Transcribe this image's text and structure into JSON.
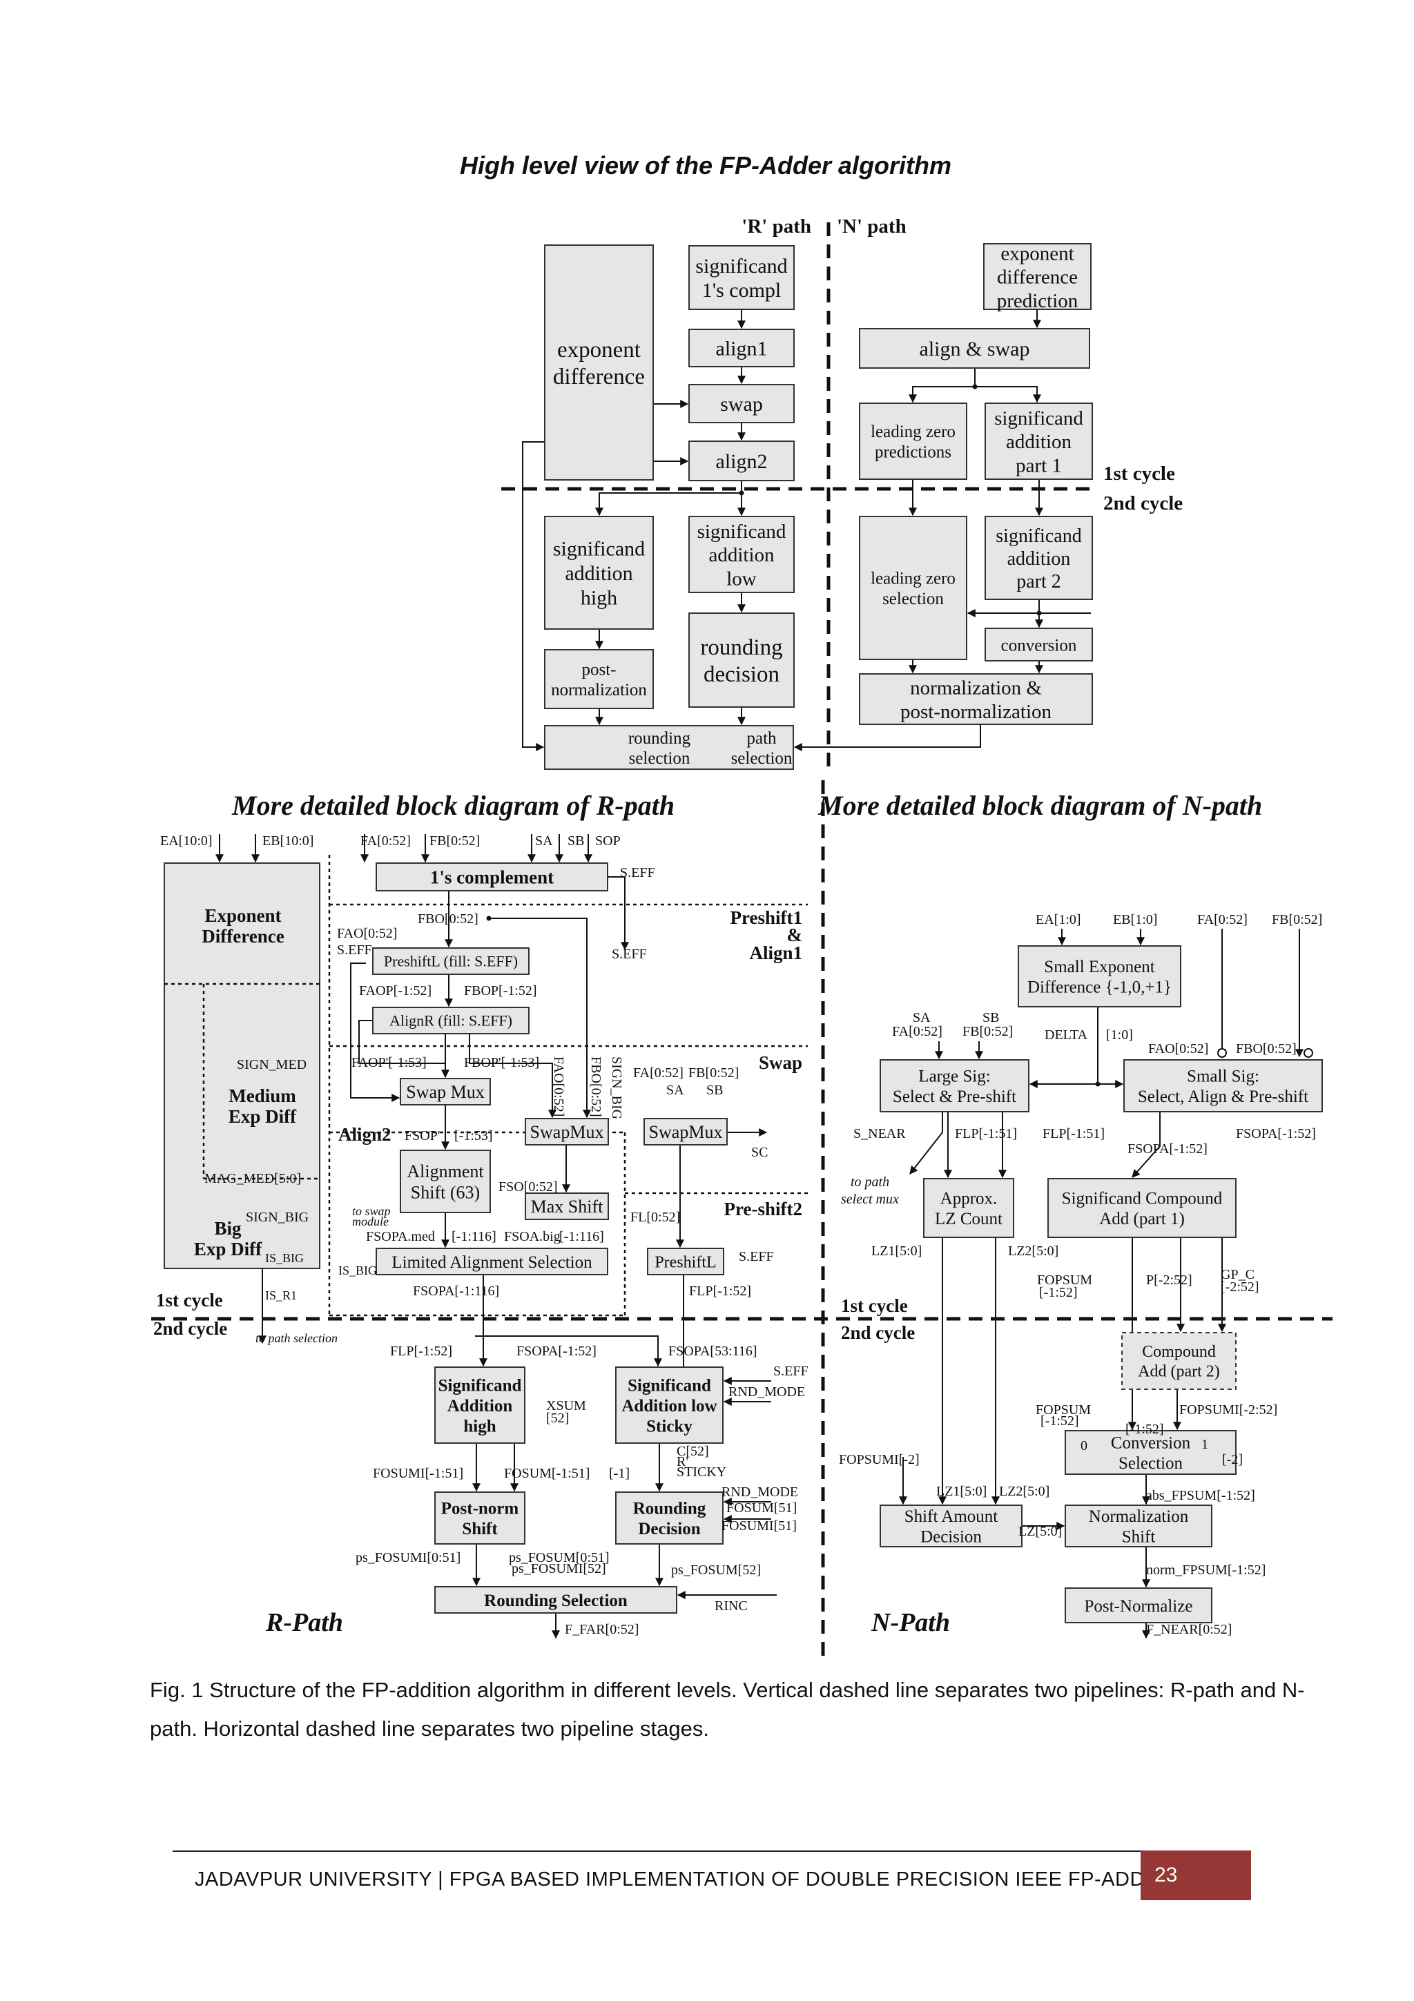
{
  "top_title": "High level view of the FP-Adder algorithm",
  "top": {
    "r_path": "'R' path",
    "n_path": "'N' path",
    "boxes": [
      {
        "id": "sig1compl",
        "lines": [
          "significand",
          "1's compl"
        ]
      },
      {
        "id": "expdiffpred",
        "lines": [
          "exponent",
          "difference",
          "prediction"
        ]
      },
      {
        "id": "expdiff",
        "lines": [
          "exponent",
          "difference"
        ]
      },
      {
        "id": "align1",
        "lines": [
          "align1"
        ]
      },
      {
        "id": "alignswap",
        "lines": [
          "align     &     swap"
        ]
      },
      {
        "id": "swap",
        "lines": [
          "swap"
        ]
      },
      {
        "id": "lzpred",
        "lines": [
          "leading zero",
          "predictions"
        ]
      },
      {
        "id": "sigadd1",
        "lines": [
          "significand",
          "addition",
          "part 1"
        ]
      },
      {
        "id": "align2",
        "lines": [
          "align2"
        ]
      },
      {
        "id": "sigaddhigh",
        "lines": [
          "significand",
          "addition",
          "high"
        ]
      },
      {
        "id": "sigaddlow",
        "lines": [
          "significand",
          "addition",
          "low"
        ]
      },
      {
        "id": "lzsel",
        "lines": [
          "leading zero",
          "selection"
        ]
      },
      {
        "id": "sigadd2",
        "lines": [
          "significand",
          "addition",
          "part 2"
        ]
      },
      {
        "id": "rounddec",
        "lines": [
          "rounding",
          "decision"
        ]
      },
      {
        "id": "conversion",
        "lines": [
          "conversion"
        ]
      },
      {
        "id": "postnorm",
        "lines": [
          "post-",
          "normalization"
        ]
      },
      {
        "id": "normpost",
        "lines": [
          "normalization &",
          "post-normalization"
        ]
      },
      {
        "id": "roundsel",
        "lines": [
          "rounding",
          "selection"
        ]
      },
      {
        "id": "pathsel",
        "lines": [
          "path",
          "selection"
        ]
      }
    ],
    "cycle1": "1st cycle",
    "cycle2": "2nd cycle"
  },
  "r_title": "More detailed  block diagram of R-path",
  "n_title": "More detailed  block diagram of N-path",
  "r": {
    "boxes": [
      {
        "id": "compl",
        "lines": [
          "1's complement"
        ]
      },
      {
        "id": "expdiff",
        "lines": [
          "Exponent",
          "Difference"
        ]
      },
      {
        "id": "preshiftL",
        "lines": [
          "PreshiftL (fill: S.EFF)"
        ]
      },
      {
        "id": "alignR",
        "lines": [
          "AlignR    (fill: S.EFF)"
        ]
      },
      {
        "id": "medexp",
        "lines": [
          "Medium",
          "Exp Diff"
        ]
      },
      {
        "id": "swapmux1",
        "lines": [
          "Swap Mux"
        ]
      },
      {
        "id": "swapmux2",
        "lines": [
          "SwapMux"
        ]
      },
      {
        "id": "swapmux3",
        "lines": [
          "SwapMux"
        ]
      },
      {
        "id": "alignshift",
        "lines": [
          "Alignment",
          "Shift (63)"
        ]
      },
      {
        "id": "maxshift",
        "lines": [
          "Max Shift"
        ]
      },
      {
        "id": "bigexp",
        "lines": [
          "Big",
          "Exp Diff"
        ]
      },
      {
        "id": "limalign",
        "lines": [
          "Limited Alignment Selection"
        ]
      },
      {
        "id": "preshiftL2",
        "lines": [
          "PreshiftL"
        ]
      },
      {
        "id": "sigaddhigh",
        "lines": [
          "Significand",
          "Addition",
          "high"
        ]
      },
      {
        "id": "sigaddlow",
        "lines": [
          "Significand",
          "Addition low",
          "Sticky"
        ]
      },
      {
        "id": "postnorm",
        "lines": [
          "Post-norm",
          "Shift"
        ]
      },
      {
        "id": "rounddec",
        "lines": [
          "Rounding",
          "Decision"
        ]
      },
      {
        "id": "roundsel",
        "lines": [
          "Rounding Selection"
        ]
      }
    ],
    "labels": [
      "EA[10:0]",
      "EB[10:0]",
      "FA[0:52]",
      "FB[0:52]",
      "SA",
      "SB",
      "SOP",
      "S.EFF",
      "FBO[0:52]",
      "FAO[0:52]",
      "S.EFF",
      "S.EFF",
      "FAOP[-1:52]",
      "FBOP[-1:52]",
      "SIGN_MED",
      "FAOP'[-1:53]",
      "FBOP'[-1:53]",
      "FAO[0:52]",
      "FBO[0:52]",
      "SIGN_BIG",
      "FA[0:52]",
      "FB[0:52]",
      "SA",
      "SB",
      "FSOP'",
      "[-1:53]",
      "SC",
      "MAG_MED[5:0]",
      "FSO[0:52]",
      "SIGN_BIG",
      "to swap",
      "module",
      "FL[0:52]",
      "FSOPA.med",
      "[-1:116]",
      "FSOA.big",
      "[-1:116]",
      "IS_BIG",
      "IS_BIG",
      "S.EFF",
      "IS_R1",
      "FSOPA[-1:116]",
      "FLP[-1:52]",
      "to path selection",
      "FLP[-1:52]",
      "FSOPA[-1:52]",
      "FSOPA[53:116]",
      "S.EFF",
      "RND_MODE",
      "XSUM",
      "[52]",
      "C[52]",
      "R'",
      "STICKY",
      "FOSUMI[-1:51]",
      "FOSUM[-1:51]",
      "[-1]",
      "RND_MODE",
      "FOSUM[51]",
      "FOSUMI[51]",
      "ps_FOSUMI[0:51]",
      "ps_FOSUM[0:51]",
      "ps_FOSUMI[52]",
      "ps_FOSUM[52]",
      "RINC",
      "F_FAR[0:52]"
    ],
    "region_labels": [
      "Preshift1",
      "&",
      "Align1",
      "Swap",
      "Align2",
      "Pre-shift2"
    ],
    "cycle1": "1st cycle",
    "cycle2": "2nd cycle",
    "path_label": "R-Path"
  },
  "n": {
    "boxes": [
      {
        "id": "smallexp",
        "lines": [
          "Small Exponent",
          "Difference {-1,0,+1}"
        ]
      },
      {
        "id": "largesig",
        "lines": [
          "Large Sig:",
          "Select & Pre-shift"
        ]
      },
      {
        "id": "smallsig",
        "lines": [
          "Small Sig:",
          "Select, Align & Pre-shift"
        ]
      },
      {
        "id": "approxlz",
        "lines": [
          "Approx.",
          "LZ Count"
        ]
      },
      {
        "id": "sigcomp",
        "lines": [
          "Significand Compound",
          "Add (part 1)"
        ]
      },
      {
        "id": "compadd2",
        "lines": [
          "Compound",
          "Add (part 2)"
        ]
      },
      {
        "id": "convsel",
        "lines": [
          "Conversion",
          "Selection"
        ]
      },
      {
        "id": "shiftamt",
        "lines": [
          "Shift Amount",
          "Decision"
        ]
      },
      {
        "id": "normshift",
        "lines": [
          "Normalization",
          "Shift"
        ]
      },
      {
        "id": "postnorm",
        "lines": [
          "Post-Normalize"
        ]
      }
    ],
    "labels": [
      "EA[1:0]",
      "EB[1:0]",
      "FA[0:52]",
      "FB[0:52]",
      "SA",
      "SB",
      "FA[0:52]",
      "FB[0:52]",
      "DELTA",
      "[1:0]",
      "FAO[0:52]",
      "FBO[0:52]",
      "S_NEAR",
      "FLP[-1:51]",
      "FLP[-1:51]",
      "FSOPA[-1:52]",
      "FSOPA[-1:52]",
      "to path",
      "select mux",
      "LZ1[5:0]",
      "LZ2[5:0]",
      "FOPSUM",
      "[-1:52]",
      "P[-2:52]",
      "GP_C",
      "[-2:52]",
      "FOPSUM",
      "[-1:52]",
      "FOPSUMI[-2:52]",
      "[-1:52]",
      "[-2]",
      "0",
      "1",
      "FOPSUMI[-2]",
      "LZ1[5:0]",
      "LZ2[5:0]",
      "abs_FPSUM[-1:52]",
      "LZ[5:0]",
      "norm_FPSUM[-1:52]",
      "F_NEAR[0:52]"
    ],
    "cycle1": "1st cycle",
    "cycle2": "2nd cycle",
    "path_label": "N-Path"
  },
  "caption": "Fig. 1 Structure of the FP-addition algorithm in different levels. Vertical dashed line separates two pipelines: R-path and N-path. Horizontal dashed line separates two pipeline stages.",
  "footer": {
    "text": "JADAVPUR UNIVERSITY | FPGA BASED IMPLEMENTATION OF DOUBLE PRECISION IEEE FP-ADDER",
    "page": "23",
    "page_color": "#953734"
  }
}
